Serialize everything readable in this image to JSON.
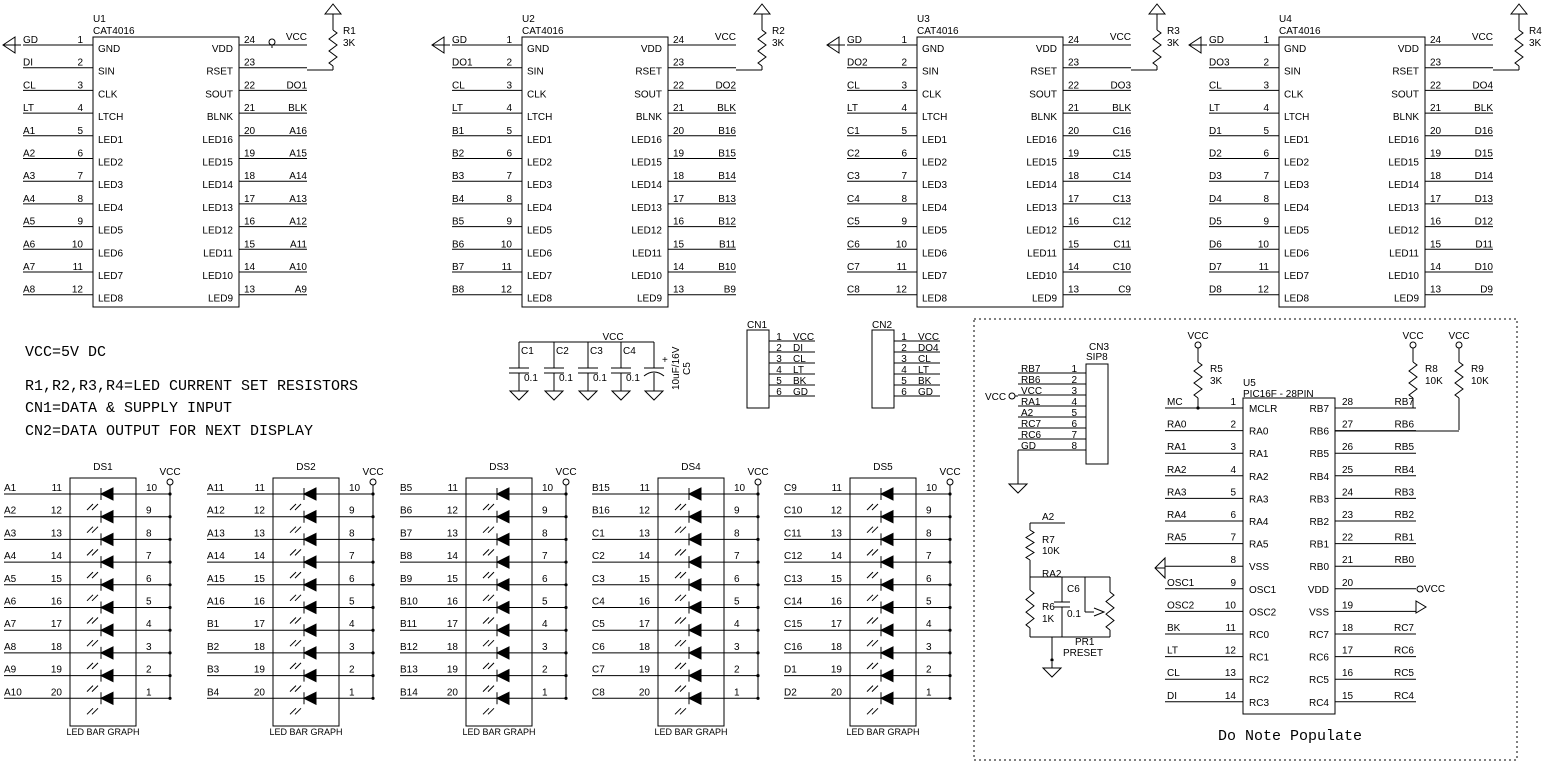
{
  "notes": [
    "VCC=5V  DC",
    "R1,R2,R3,R4=LED  CURRENT  SET  RESISTORS",
    "CN1=DATA  &  SUPPLY  INPUT",
    "CN2=DATA  OUTPUT  FOR  NEXT  DISPLAY"
  ],
  "dnp_label": "Do  Note  Populate",
  "vcc": "VCC",
  "drivers": [
    {
      "ref": "U1",
      "part": "CAT4016",
      "res": "R1",
      "res_val": "3K",
      "vcc_label": "VCC",
      "left_nets": [
        "GD",
        "DI",
        "CL",
        "LT",
        "A1",
        "A2",
        "A3",
        "A4",
        "A5",
        "A6",
        "A7",
        "A8"
      ],
      "right_nets": [
        "",
        "",
        "DO1",
        "BLK",
        "A16",
        "A15",
        "A14",
        "A13",
        "A12",
        "A11",
        "A10",
        "A9"
      ]
    },
    {
      "ref": "U2",
      "part": "CAT4016",
      "res": "R2",
      "res_val": "3K",
      "vcc_label": "VCC",
      "left_nets": [
        "GD",
        "DO1",
        "CL",
        "LT",
        "B1",
        "B2",
        "B3",
        "B4",
        "B5",
        "B6",
        "B7",
        "B8"
      ],
      "right_nets": [
        "",
        "",
        "DO2",
        "BLK",
        "B16",
        "B15",
        "B14",
        "B13",
        "B12",
        "B11",
        "B10",
        "B9"
      ]
    },
    {
      "ref": "U3",
      "part": "CAT4016",
      "res": "R3",
      "res_val": "3K",
      "vcc_label": "VCC",
      "left_nets": [
        "GD",
        "DO2",
        "CL",
        "LT",
        "C1",
        "C2",
        "C3",
        "C4",
        "C5",
        "C6",
        "C7",
        "C8"
      ],
      "right_nets": [
        "",
        "",
        "DO3",
        "BLK",
        "C16",
        "C15",
        "C14",
        "C13",
        "C12",
        "C11",
        "C10",
        "C9"
      ]
    },
    {
      "ref": "U4",
      "part": "CAT4016",
      "res": "R4",
      "res_val": "3K",
      "vcc_label": "VCC",
      "left_nets": [
        "GD",
        "DO3",
        "CL",
        "LT",
        "D1",
        "D2",
        "D3",
        "D4",
        "D5",
        "D6",
        "D7",
        "D8"
      ],
      "right_nets": [
        "",
        "",
        "DO4",
        "BLK",
        "D16",
        "D15",
        "D14",
        "D13",
        "D12",
        "D11",
        "D10",
        "D9"
      ]
    }
  ],
  "driver_pins": {
    "left_names": [
      "GND",
      "SIN",
      "CLK",
      "LTCH",
      "LED1",
      "LED2",
      "LED3",
      "LED4",
      "LED5",
      "LED6",
      "LED7",
      "LED8"
    ],
    "left_nums": [
      "1",
      "2",
      "3",
      "4",
      "5",
      "6",
      "7",
      "8",
      "9",
      "10",
      "11",
      "12"
    ],
    "right_names": [
      "VDD",
      "RSET",
      "SOUT",
      "BLNK",
      "LED16",
      "LED15",
      "LED14",
      "LED13",
      "LED12",
      "LED11",
      "LED10",
      "LED9"
    ],
    "right_nums": [
      "24",
      "23",
      "22",
      "21",
      "20",
      "19",
      "18",
      "17",
      "16",
      "15",
      "14",
      "13"
    ]
  },
  "caps": {
    "vcc_label": "VCC",
    "items": [
      {
        "ref": "C1",
        "val": "0.1"
      },
      {
        "ref": "C2",
        "val": "0.1"
      },
      {
        "ref": "C3",
        "val": "0.1"
      },
      {
        "ref": "C4",
        "val": "0.1"
      },
      {
        "ref": "C5",
        "val": "10uF/16V"
      }
    ],
    "plus": "+"
  },
  "connectors": [
    {
      "ref": "CN1",
      "pins": [
        "1",
        "2",
        "3",
        "4",
        "5",
        "6"
      ],
      "nets": [
        "VCC",
        "DI",
        "CL",
        "LT",
        "BK",
        "GD"
      ]
    },
    {
      "ref": "CN2",
      "pins": [
        "1",
        "2",
        "3",
        "4",
        "5",
        "6"
      ],
      "nets": [
        "VCC",
        "DO4",
        "CL",
        "LT",
        "BK",
        "GD"
      ]
    },
    {
      "ref": "CN3",
      "part": "SIP8",
      "pins": [
        "1",
        "2",
        "3",
        "4",
        "5",
        "6",
        "7",
        "8"
      ],
      "nets": [
        "RB7",
        "RB6",
        "VCC",
        "RA1",
        "A2",
        "RC7",
        "RC6",
        "GD"
      ],
      "vcc_label": "VCC"
    }
  ],
  "bargraphs": [
    {
      "ref": "DS1",
      "part": "LED BAR GRAPH",
      "vcc_label": "VCC",
      "left_nets": [
        "A1",
        "A2",
        "A3",
        "A4",
        "A5",
        "A6",
        "A7",
        "A8",
        "A9",
        "A10"
      ]
    },
    {
      "ref": "DS2",
      "part": "LED BAR GRAPH",
      "vcc_label": "VCC",
      "left_nets": [
        "A11",
        "A12",
        "A13",
        "A14",
        "A15",
        "A16",
        "B1",
        "B2",
        "B3",
        "B4"
      ]
    },
    {
      "ref": "DS3",
      "part": "LED BAR GRAPH",
      "vcc_label": "VCC",
      "left_nets": [
        "B5",
        "B6",
        "B7",
        "B8",
        "B9",
        "B10",
        "B11",
        "B12",
        "B13",
        "B14"
      ]
    },
    {
      "ref": "DS4",
      "part": "LED BAR GRAPH",
      "vcc_label": "VCC",
      "left_nets": [
        "B15",
        "B16",
        "C1",
        "C2",
        "C3",
        "C4",
        "C5",
        "C6",
        "C7",
        "C8"
      ]
    },
    {
      "ref": "DS5",
      "part": "LED BAR GRAPH",
      "vcc_label": "VCC",
      "left_nets": [
        "C9",
        "C10",
        "C11",
        "C12",
        "C13",
        "C14",
        "C15",
        "C16",
        "D1",
        "D2"
      ]
    }
  ],
  "bar_pins": {
    "left_nums": [
      "11",
      "12",
      "13",
      "14",
      "15",
      "16",
      "17",
      "18",
      "19",
      "20"
    ],
    "right_nums": [
      "10",
      "9",
      "8",
      "7",
      "6",
      "5",
      "4",
      "3",
      "2",
      "1"
    ]
  },
  "mcu": {
    "ref": "U5",
    "part": "PIC16F - 28PIN",
    "left_names": [
      "MCLR",
      "RA0",
      "RA1",
      "RA2",
      "RA3",
      "RA4",
      "RA5",
      "VSS",
      "OSC1",
      "OSC2",
      "RC0",
      "RC1",
      "RC2",
      "RC3"
    ],
    "left_nums": [
      "1",
      "2",
      "3",
      "4",
      "5",
      "6",
      "7",
      "8",
      "9",
      "10",
      "11",
      "12",
      "13",
      "14"
    ],
    "left_nets": [
      "MC",
      "RA0",
      "RA1",
      "RA2",
      "RA3",
      "RA4",
      "RA5",
      "",
      "OSC1",
      "OSC2",
      "BK",
      "LT",
      "CL",
      "DI"
    ],
    "right_names": [
      "RB7",
      "RB6",
      "RB5",
      "RB4",
      "RB3",
      "RB2",
      "RB1",
      "RB0",
      "VDD",
      "VSS",
      "RC7",
      "RC6",
      "RC5",
      "RC4"
    ],
    "right_nums": [
      "28",
      "27",
      "26",
      "25",
      "24",
      "23",
      "22",
      "21",
      "20",
      "19",
      "18",
      "17",
      "16",
      "15"
    ],
    "right_nets": [
      "RB7",
      "RB6",
      "RB5",
      "RB4",
      "RB3",
      "RB2",
      "RB1",
      "RB0",
      "",
      "",
      "RC7",
      "RC6",
      "RC5",
      "RC4"
    ],
    "vdd_label": "VCC"
  },
  "pullups": [
    {
      "ref": "R5",
      "val": "3K",
      "vcc_label": "VCC"
    },
    {
      "ref": "R8",
      "val": "10K",
      "vcc_label": "VCC"
    },
    {
      "ref": "R9",
      "val": "10K",
      "vcc_label": "VCC"
    }
  ],
  "divider": {
    "top_net": "A2",
    "r_top_ref": "R7",
    "r_top_val": "10K",
    "mid_net": "RA2",
    "r_bot_ref": "R6",
    "r_bot_val": "1K",
    "cap_ref": "C6",
    "cap_val": "0.1",
    "pot_ref": "PR1",
    "pot_val": "PRESET"
  }
}
